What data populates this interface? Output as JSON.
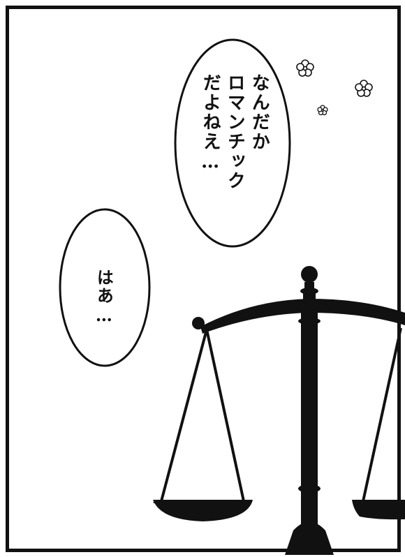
{
  "speech_bubbles": [
    {
      "id": "upper",
      "lines": [
        "なんだか",
        "ロマンチック",
        "だよねえ…"
      ]
    },
    {
      "id": "lower",
      "lines": [
        "はあ…"
      ]
    }
  ],
  "icons": [
    "flower-icon",
    "balance-scale-icon"
  ]
}
